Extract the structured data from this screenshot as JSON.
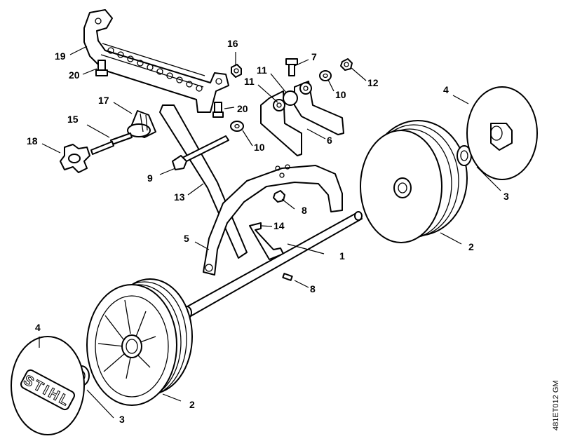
{
  "diagram": {
    "callouts": {
      "c1": "1",
      "c2_right": "2",
      "c2_left": "2",
      "c3_right": "3",
      "c3_left": "3",
      "c4_right": "4",
      "c4_left": "4",
      "c5": "5",
      "c6": "6",
      "c8_top": "8",
      "c8_bottom": "8",
      "c9": "9",
      "c10_top": "10",
      "c10_mid": "10",
      "c11_a": "11",
      "c11_b": "11",
      "c12": "12",
      "c13": "13",
      "c14": "14",
      "c15": "15",
      "c16": "16",
      "c17": "17",
      "c18": "18",
      "c19": "19",
      "c20_left": "20",
      "c20_right": "20"
    },
    "logo_text": "STIHL",
    "drawing_code": "481ET012 GM"
  }
}
